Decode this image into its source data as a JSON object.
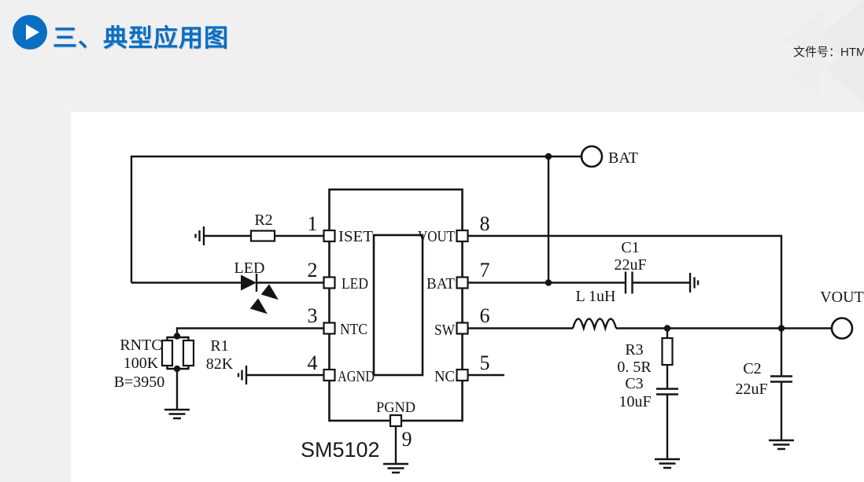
{
  "header": {
    "title": "三、典型应用图",
    "file_label": "文件号：HTM"
  },
  "chip": {
    "name": "SM5102",
    "left_pins": [
      {
        "num": "1",
        "label": "ISET"
      },
      {
        "num": "2",
        "label": "LED"
      },
      {
        "num": "3",
        "label": "NTC"
      },
      {
        "num": "4",
        "label": "AGND"
      }
    ],
    "right_pins": [
      {
        "num": "8",
        "label": "VOUT"
      },
      {
        "num": "7",
        "label": "BAT"
      },
      {
        "num": "6",
        "label": "SW"
      },
      {
        "num": "5",
        "label": "NC"
      }
    ],
    "bottom_pin": {
      "num": "9",
      "label": "PGND"
    }
  },
  "components": {
    "r2": {
      "name": "R2"
    },
    "led": {
      "name": "LED"
    },
    "rntc": {
      "name": "RNTC",
      "value": "100K",
      "beta": "B=3950"
    },
    "r1": {
      "name": "R1",
      "value": "82K"
    },
    "c1": {
      "name": "C1",
      "value": "22uF"
    },
    "inductor": {
      "name": "L 1uH"
    },
    "r3": {
      "name": "R3",
      "value": "0. 5R"
    },
    "c3": {
      "name": "C3",
      "value": "10uF"
    },
    "c2": {
      "name": "C2",
      "value": "22uF"
    }
  },
  "terminals": {
    "bat": "BAT",
    "vout": "VOUT"
  },
  "colors": {
    "accent": "#0a6ec2",
    "wire": "#141414",
    "background": "#f0f0f0",
    "panel": "#ffffff"
  }
}
